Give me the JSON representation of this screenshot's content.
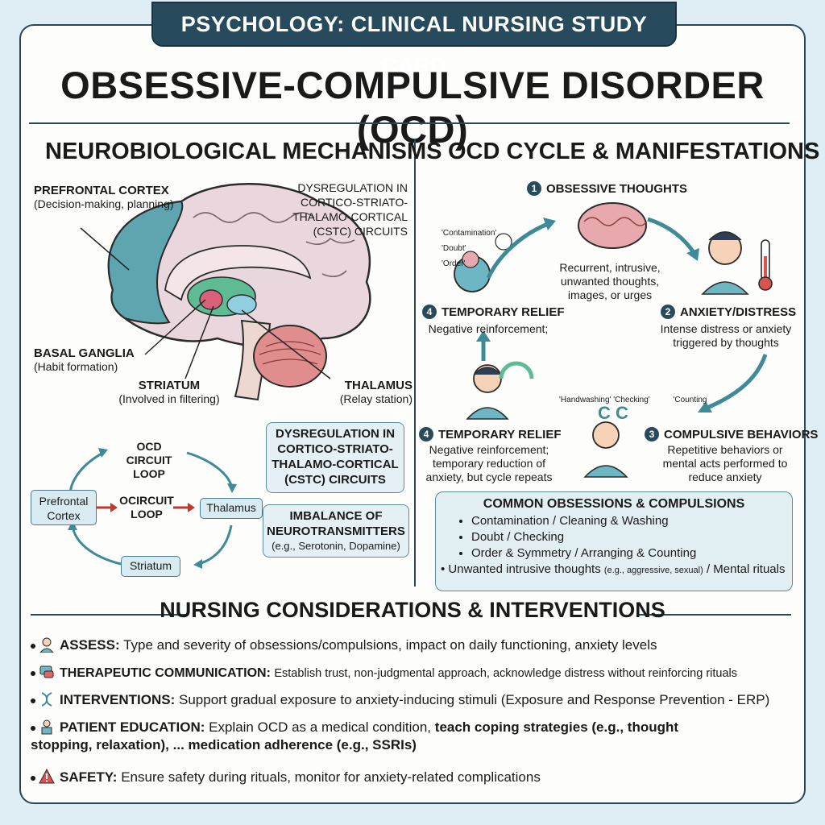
{
  "banner": "PSYCHOLOGY: CLINICAL NURSING STUDY CARD",
  "title": "OBSESSIVE-COMPULSIVE DISORDER (OCD)",
  "left": {
    "heading": "NEUROBIOLOGICAL MECHANISMS",
    "prefrontal": {
      "name": "PREFRONTAL CORTEX",
      "desc": "(Decision-making, planning)"
    },
    "dysreg_top": "DYSREGULATION IN CORTICO-STRIATO-THALAMO-CORTICAL (CSTC) CIRCUITS",
    "basal": {
      "name": "BASAL GANGLIA",
      "desc": "(Habit formation)"
    },
    "striatum": {
      "name": "STRIATUM",
      "desc": "(Involved in filtering)"
    },
    "thalamus": {
      "name": "THALAMUS",
      "desc": "(Relay station)"
    },
    "loop_title": "OCD CIRCUIT LOOP",
    "loop_center": "OCIRCUIT LOOP",
    "node_pfc": "Prefrontal Cortex",
    "node_thal": "Thalamus",
    "node_str": "Striatum",
    "dysreg_box": "DYSREGULATION IN CORTICO-STRIATO-THALAMO-CORTICAL (CSTC) CIRCUITS",
    "imbalance": {
      "title": "IMBALANCE OF NEUROTRANSMITTERS",
      "desc": "(e.g., Serotonin, Dopamine)"
    }
  },
  "right": {
    "heading": "OCD CYCLE & MANIFESTATIONS",
    "step1": {
      "num": "1",
      "title": "OBSESSIVE THOUGHTS",
      "desc": "Recurrent, intrusive, unwanted thoughts, images, or urges"
    },
    "step2": {
      "num": "2",
      "title": "ANXIETY/DISTRESS",
      "desc": "Intense distress or anxiety triggered by thoughts"
    },
    "step3": {
      "num": "3",
      "title": "COMPULSIVE BEHAVIORS",
      "desc": "Repetitive behaviors or mental acts performed to reduce anxiety"
    },
    "step4a": {
      "num": "4",
      "title": "TEMPORARY RELIEF",
      "desc": "Negative reinforcement;"
    },
    "step4b": {
      "num": "4",
      "title": "TEMPORARY RELIEF",
      "desc": "Negative reinforcement; temporary reduction of anxiety, but cycle repeats"
    },
    "thought_tags": [
      "'Contamination'",
      "'Doubt'",
      "'Order'"
    ],
    "behavior_tags": [
      "'Handwashing'",
      "'Checking'",
      "'Counting"
    ],
    "common": {
      "title": "COMMON OBSESSIONS & COMPULSIONS",
      "items": [
        "Contamination / Cleaning & Washing",
        "Doubt / Checking",
        "Order & Symmetry / Arranging & Counting"
      ],
      "last_main": "Unwanted intrusive thoughts",
      "last_small": "(e.g., aggressive, sexual)",
      "last_tail": "/ Mental rituals"
    }
  },
  "nursing": {
    "heading": "NURSING CONSIDERATIONS & INTERVENTIONS",
    "assess": {
      "head": "ASSESS:",
      "text": "Type and severity of obsessions/compulsions, impact on daily functioning, anxiety levels"
    },
    "comm": {
      "head": "THERAPEUTIC COMMUNICATION:",
      "text": "Establish trust, non-judgmental approach, acknowledge distress without reinforcing rituals"
    },
    "interv": {
      "head": "INTERVENTIONS:",
      "text": "Support gradual exposure to anxiety-inducing stimuli (Exposure and Response Prevention - ERP)"
    },
    "edu": {
      "head": "PATIENT EDUCATION:",
      "text": "Explain OCD as a medical condition,",
      "bold1": "teach coping strategies (e.g., thought",
      "bold2": "stopping, relaxation), ... medication adherence (e.g., SSRIs)"
    },
    "safety": {
      "head": "SAFETY:",
      "text": "Ensure safety during rituals, monitor for anxiety-related complications"
    }
  },
  "colors": {
    "navy": "#274b5c",
    "teal": "#4f9aa6",
    "brain": "#e9d6dc",
    "accent_red": "#c0392b"
  }
}
